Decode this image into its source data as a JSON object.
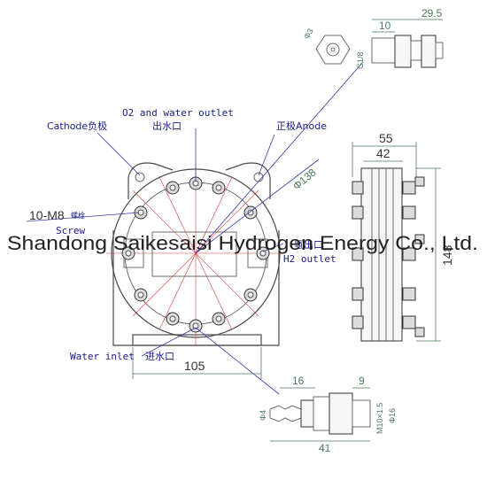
{
  "labels": {
    "cathode": "Cathode负极",
    "o2_outlet": "O2 and water outlet",
    "o2_outlet_cn": "出水口",
    "anode": "正极Anode",
    "bolt_spec": "10-M8",
    "bolt_spec_cn": "螺栓",
    "screw": "Screw",
    "h2_outlet_cn": "氢出口",
    "h2_outlet": "H2 outlet",
    "water_inlet": "Water inlet",
    "water_inlet_cn": "进水口"
  },
  "dimensions": {
    "diameter_body": "Φ138",
    "width_base": "105",
    "side_outer": "55",
    "side_inner": "42",
    "side_height": "148",
    "fitting_top_total": "29.5",
    "fitting_top_a": "10",
    "fitting_top_d3": "Φ3",
    "fitting_top_g": "G1/8",
    "fitting_bottom_16": "16",
    "fitting_bottom_9": "9",
    "fitting_bottom_total": "41",
    "fitting_bottom_d4": "Φ4",
    "fitting_bottom_m10": "M10×1.5",
    "fitting_bottom_d16": "Φ16"
  },
  "watermark": "Shandong Saikesaisi Hydrogen Energy Co., Ltd."
}
